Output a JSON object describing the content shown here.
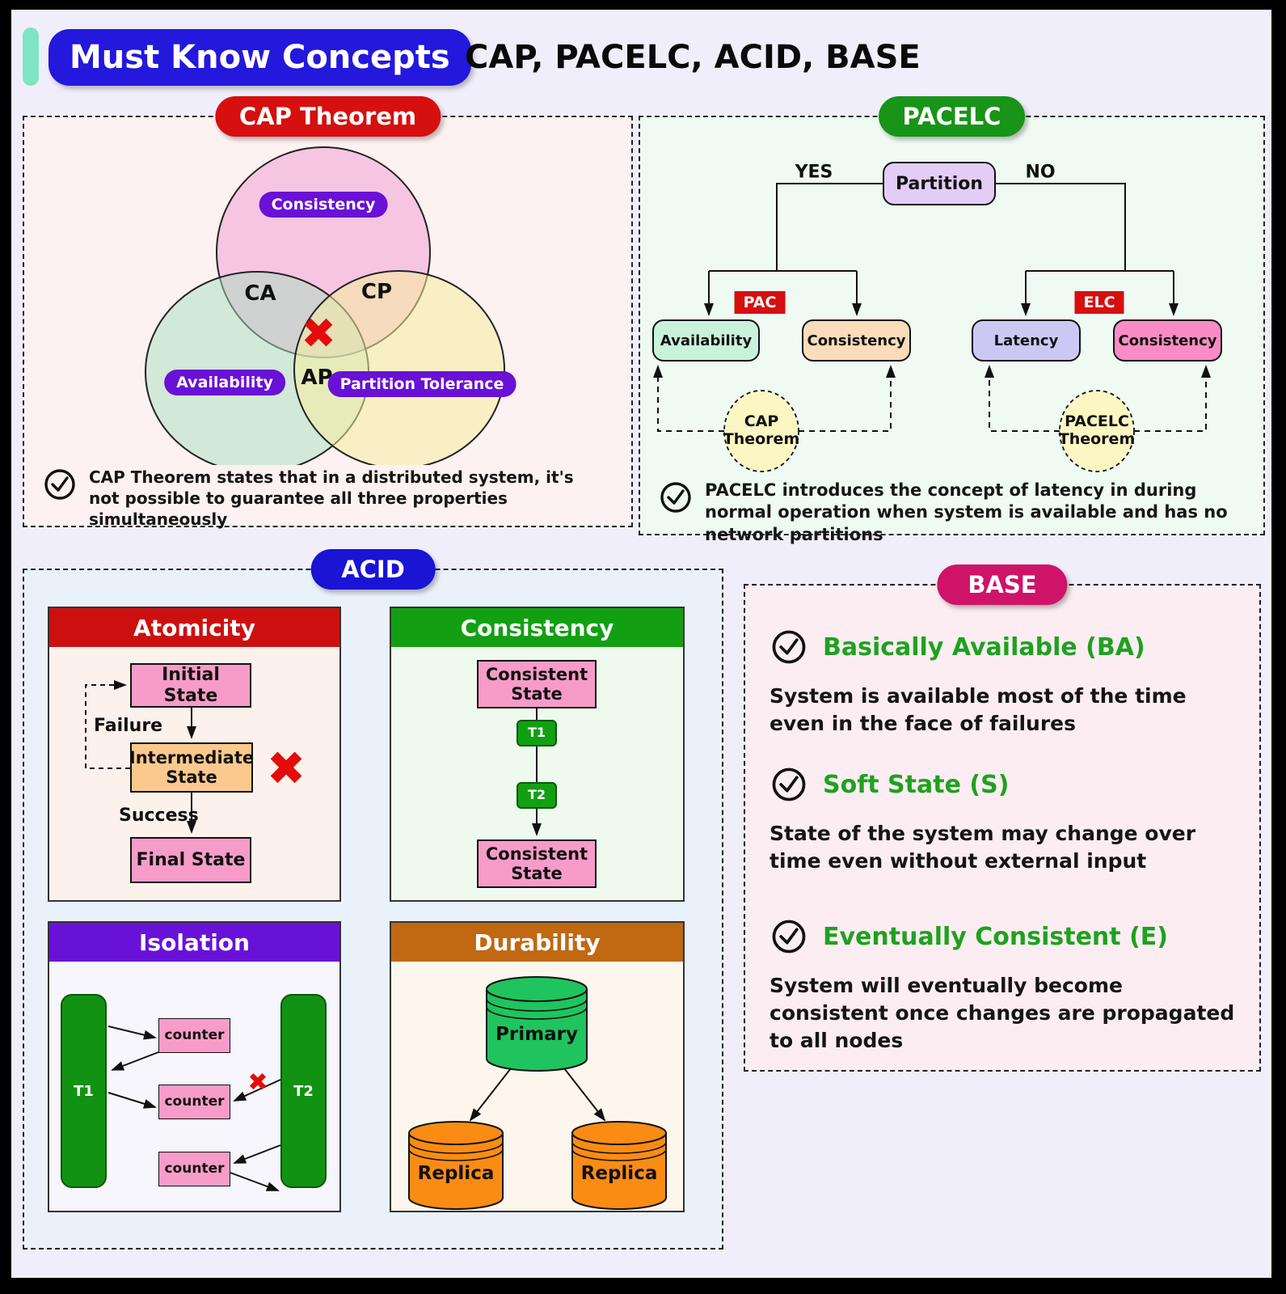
{
  "header": {
    "badge": "Must Know Concepts",
    "title": "CAP, PACELC, ACID, BASE"
  },
  "cap": {
    "title": "CAP Theorem",
    "venn": {
      "consistency": "Consistency",
      "availability": "Availability",
      "partition_tolerance": "Partition Tolerance",
      "ca": "CA",
      "cp": "CP",
      "ap": "AP",
      "center_cross": "✖"
    },
    "note": "CAP Theorem states that in a distributed system, it's not possible to guarantee all three properties simultaneously"
  },
  "pacelc": {
    "title": "PACELC",
    "root": "Partition",
    "yes": "YES",
    "no": "NO",
    "pac": "PAC",
    "elc": "ELC",
    "availability": "Availability",
    "consistency_pac": "Consistency",
    "latency": "Latency",
    "consistency_elc": "Consistency",
    "cap_circle_top": "CAP",
    "cap_circle_bottom": "Theorem",
    "pacelc_circle_top": "PACELC",
    "pacelc_circle_bottom": "Theorem",
    "note": "PACELC introduces the concept of latency in during normal operation when system is available and has no network partitions"
  },
  "acid": {
    "title": "ACID",
    "atomicity": {
      "title": "Atomicity",
      "initial": "Initial State",
      "intermediate": "Intermediate State",
      "final": "Final State",
      "failure": "Failure",
      "success": "Success",
      "cross": "✖"
    },
    "consistency": {
      "title": "Consistency",
      "top_state": "Consistent State",
      "t1": "T1",
      "t2": "T2",
      "bottom_state": "Consistent State"
    },
    "isolation": {
      "title": "Isolation",
      "t1": "T1",
      "t2": "T2",
      "counter1": "counter",
      "counter2": "counter",
      "counter3": "counter",
      "cross": "✖"
    },
    "durability": {
      "title": "Durability",
      "primary": "Primary",
      "replica_left": "Replica",
      "replica_right": "Replica"
    }
  },
  "base": {
    "title": "BASE",
    "items": [
      {
        "heading": "Basically Available (BA)",
        "body": "System is available most of the time even in the face of failures"
      },
      {
        "heading": "Soft State (S)",
        "body": "State of the system may change over time even without external input"
      },
      {
        "heading": "Eventually Consistent (E)",
        "body": "System will eventually become consistent once changes are propagated to all nodes"
      }
    ]
  },
  "colors": {
    "page_bg": "#f1eefb",
    "frame": "#000000",
    "accent_bar": "#7de5c4",
    "header_pill": "#2318dc",
    "cap_pill": "#d60f0f",
    "pacelc_pill": "#189418",
    "acid_pill": "#1a14d4",
    "base_pill": "#ce1368",
    "venn_label_pill": "#6911d6",
    "cross_red": "#e40b0b",
    "check_green": "#1ea21e",
    "atomicity_header": "#cc1010",
    "consistency_header": "#12a012",
    "isolation_header": "#6812d8",
    "durability_header": "#c06812",
    "pink_box": "#f79cc9",
    "peach_box": "#fbc88e",
    "mint_box": "#c9f2db",
    "lavender_box": "#cbc9f4",
    "hotpink_box": "#f98cc4",
    "partition_box": "#e3cdf6",
    "theorem_circle": "#fcf6c2",
    "primary_cylinder": "#1fc45e",
    "replica_cylinder": "#fa8c14"
  }
}
